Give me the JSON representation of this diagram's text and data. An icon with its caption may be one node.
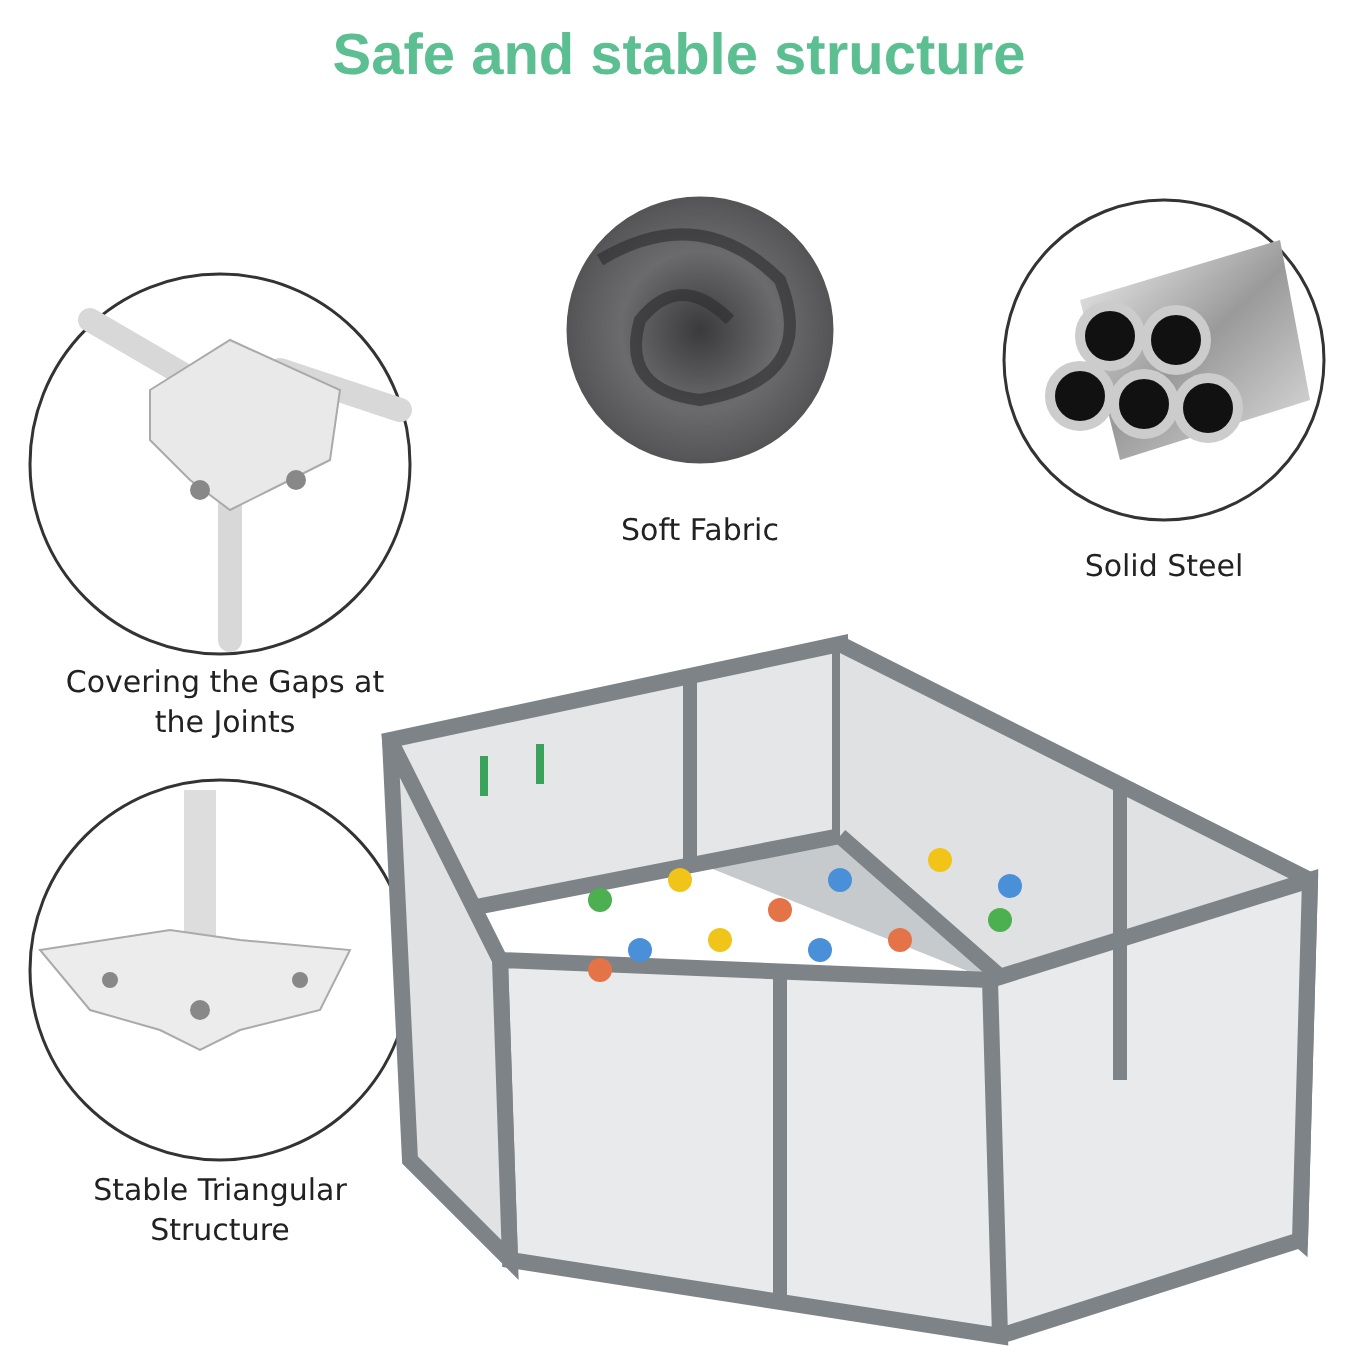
{
  "diagram": {
    "title": "Safe and stable structure",
    "labels": [
      "Soft Fabric",
      "Solid Steel",
      "Covering the Gaps at the Joints",
      "Stable Triangular Structure"
    ]
  }
}
